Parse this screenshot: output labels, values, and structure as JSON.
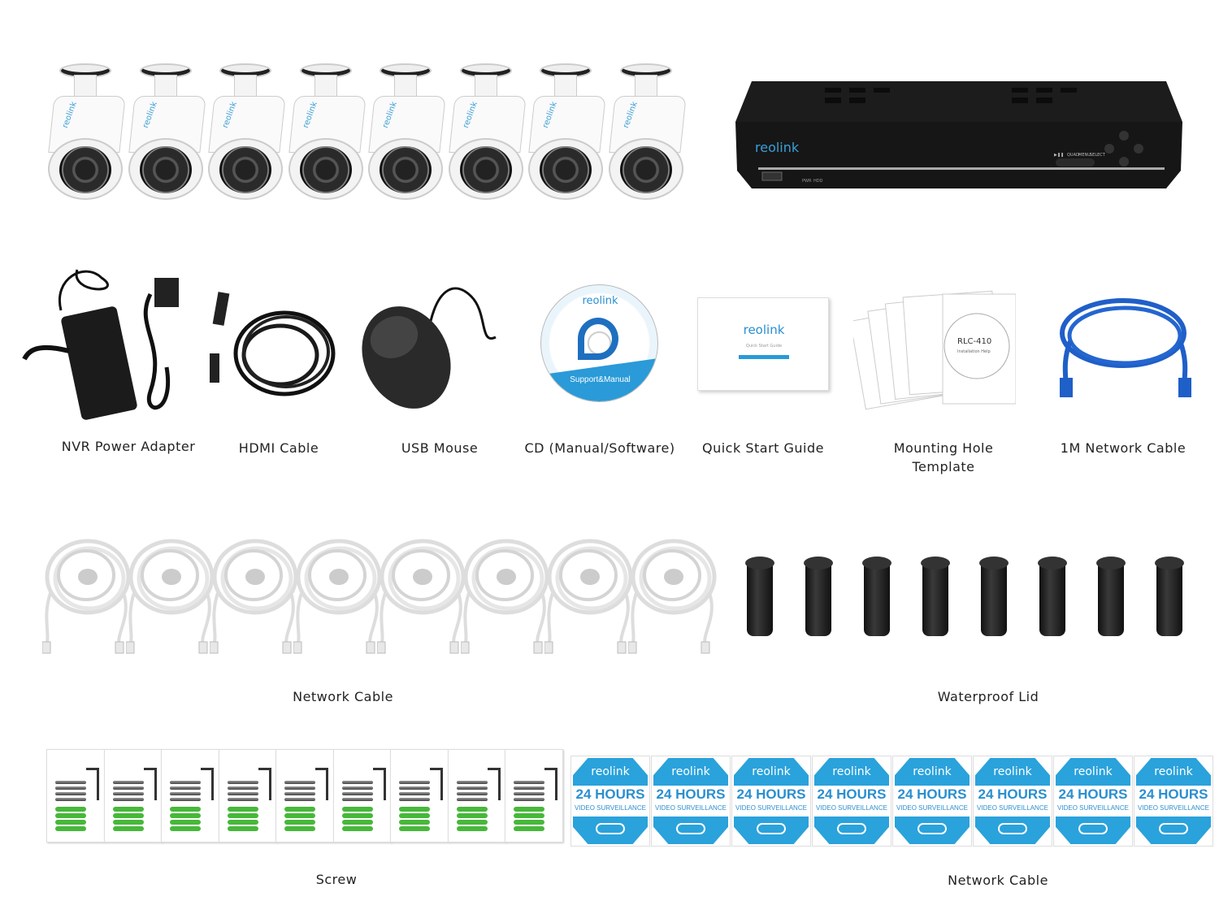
{
  "brand": "reolink",
  "counts": {
    "cameras": 8,
    "network_cables": 8,
    "waterproof_lids": 8,
    "screw_packs": 9,
    "stickers": 8
  },
  "nvr": {
    "buttons": [
      "▶❚❚",
      "QUAD",
      "MENU",
      "SELECT"
    ],
    "leds": [
      "PWR",
      "HDD"
    ]
  },
  "cd": {
    "brand": "reolink",
    "caption": "Support&Manual"
  },
  "guide": {
    "brand": "reolink",
    "title": "Quick Start Guide"
  },
  "template": {
    "model": "RLC-410",
    "caption": "Installation Help"
  },
  "sticker": {
    "brand": "reolink",
    "headline": "24 HOURS",
    "sub": "VIDEO SURVEILLANCE"
  },
  "labels": {
    "power_adapter": "NVR Power Adapter",
    "hdmi": "HDMI Cable",
    "mouse": "USB Mouse",
    "cd": "CD (Manual/Software)",
    "guide": "Quick Start Guide",
    "template": "Mounting Hole Template",
    "short_cable": "1M Network Cable",
    "network_cable": "Network Cable",
    "lid": "Waterproof Lid",
    "screw": "Screw",
    "stickers": "Network Cable"
  },
  "colors": {
    "brand_blue": "#2aa2dc",
    "cable_blue": "#1f5fc8",
    "anchor_green": "#47b83a"
  }
}
